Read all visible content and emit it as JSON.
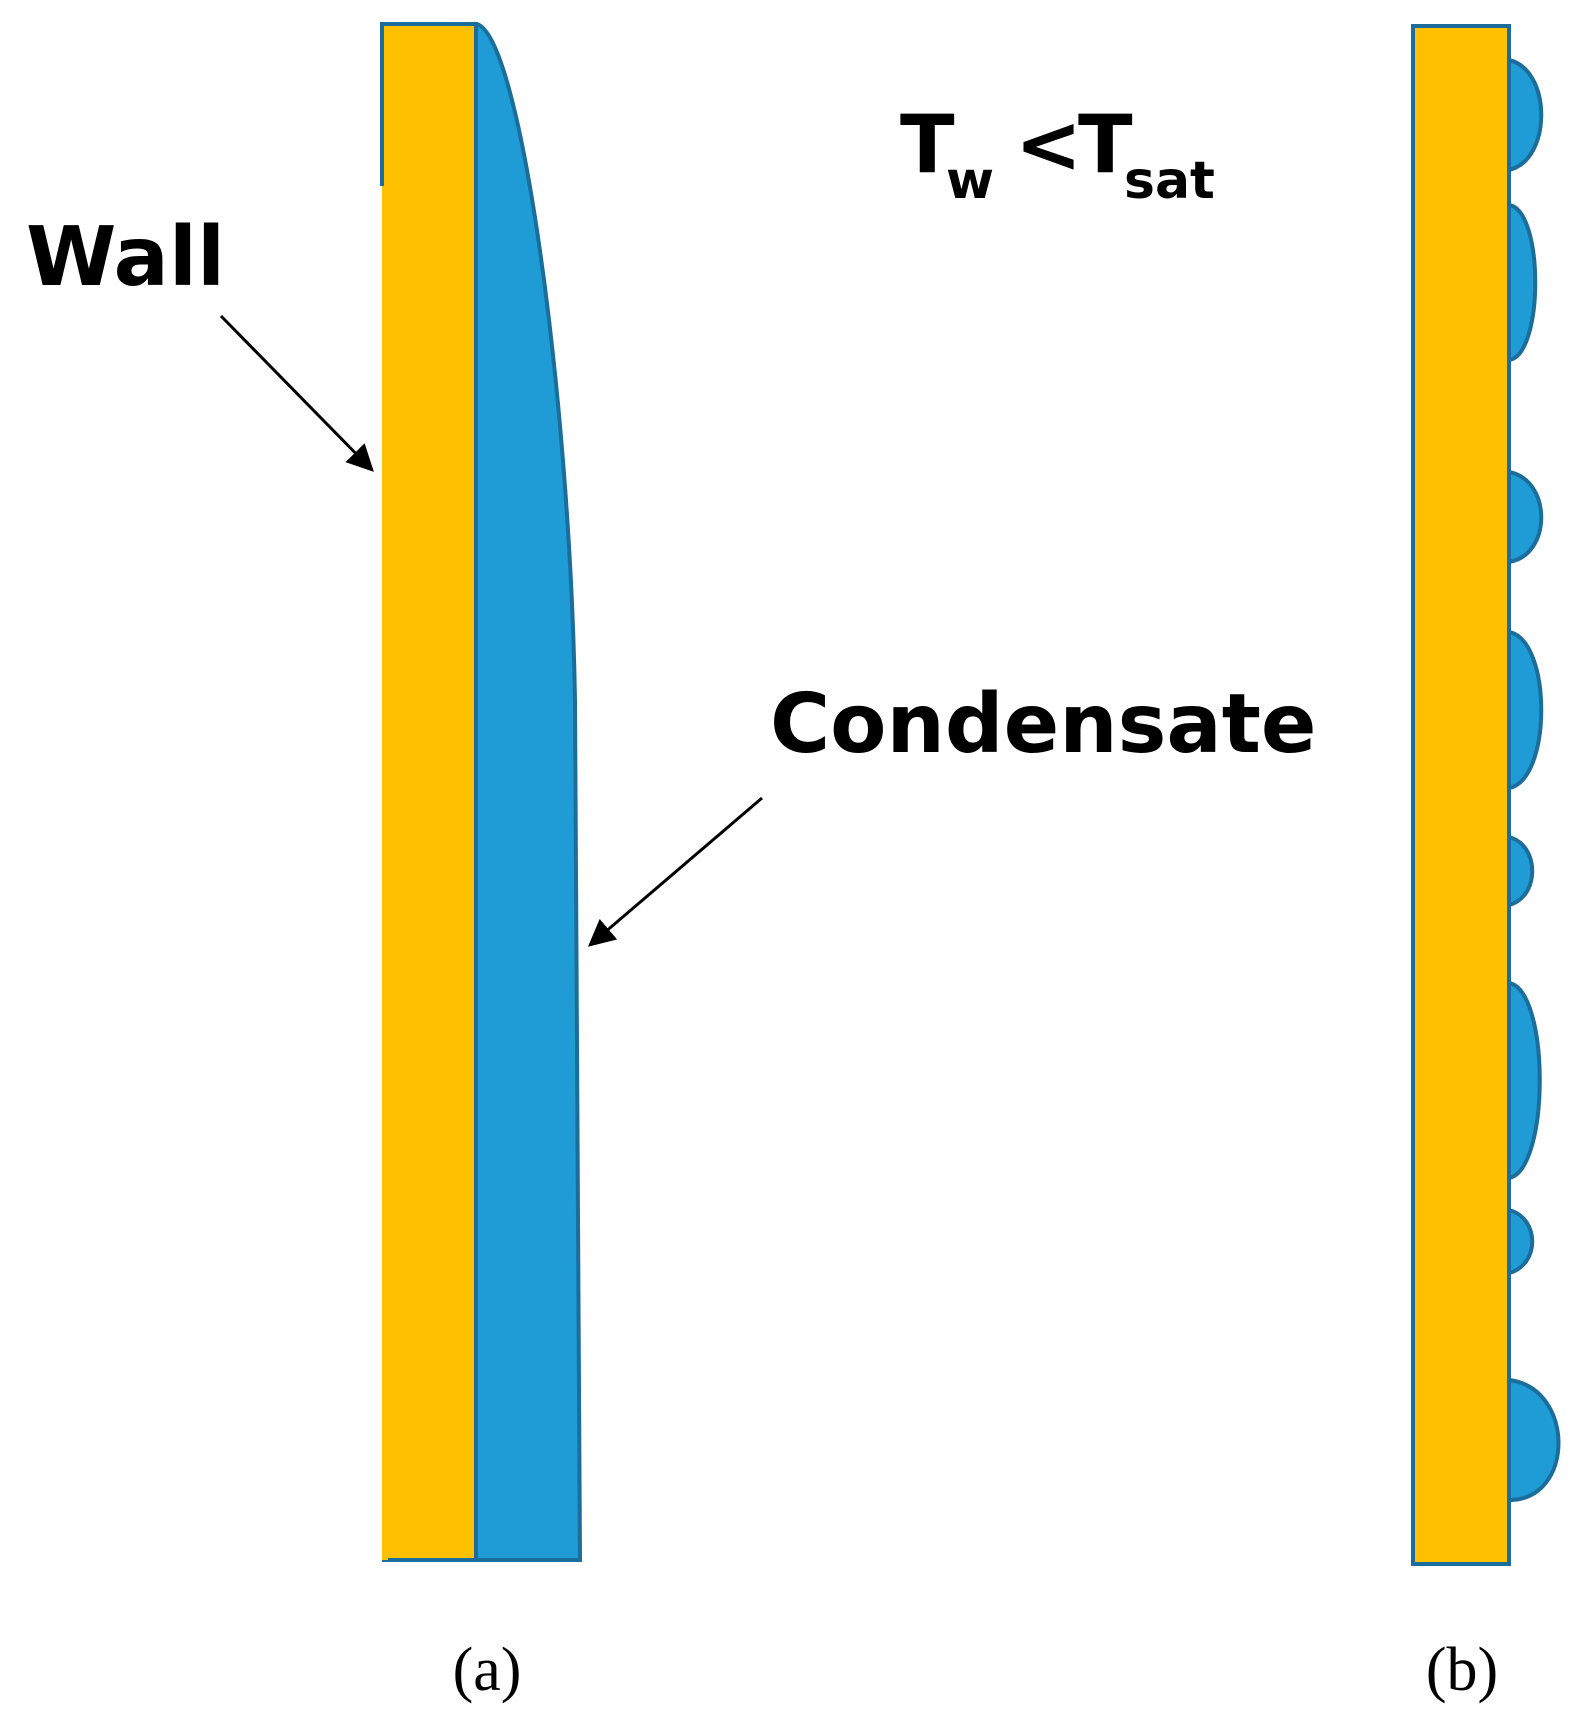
{
  "labels": {
    "wall": "Wall",
    "condensate": "Condensate",
    "condition_t": "T",
    "condition_w": "w",
    "condition_op": "<",
    "condition_t2": "T",
    "condition_sat": "sat"
  },
  "panels": {
    "a": "(a)",
    "b": "(b)"
  },
  "colors": {
    "wall_fill": "#FFC000",
    "wall_stroke": "#1B6E9C",
    "condensate_fill": "#1F9BD5",
    "arrow": "#000000"
  }
}
